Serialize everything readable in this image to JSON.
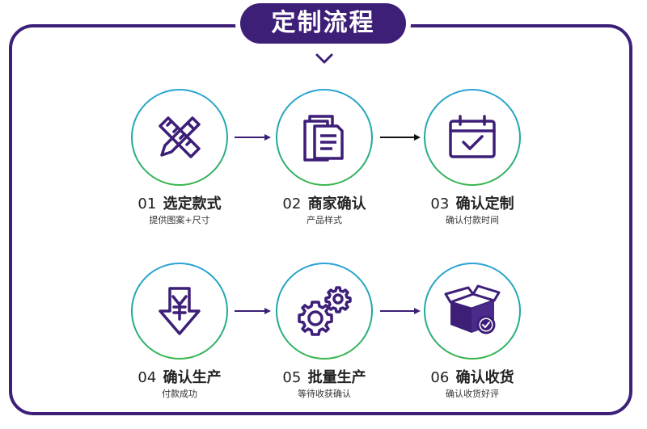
{
  "header": {
    "title": "定制流程"
  },
  "steps": [
    {
      "num": "01",
      "title": "选定款式",
      "subtitle": "提供图案+尺寸",
      "icon": "pencil-ruler-icon"
    },
    {
      "num": "02",
      "title": "商家确认",
      "subtitle": "产品样式",
      "icon": "documents-icon"
    },
    {
      "num": "03",
      "title": "确认定制",
      "subtitle": "确认付款时间",
      "icon": "calendar-check-icon"
    },
    {
      "num": "04",
      "title": "确认生产",
      "subtitle": "付款成功",
      "icon": "yuan-down-arrow-icon"
    },
    {
      "num": "05",
      "title": "批量生产",
      "subtitle": "等待收获确认",
      "icon": "gears-icon"
    },
    {
      "num": "06",
      "title": "确认收货",
      "subtitle": "确认收货好评",
      "icon": "package-check-icon"
    }
  ],
  "colors": {
    "primary": "#3d1f78",
    "ring_top": "#2aa3d8",
    "ring_bottom": "#39b54a"
  }
}
